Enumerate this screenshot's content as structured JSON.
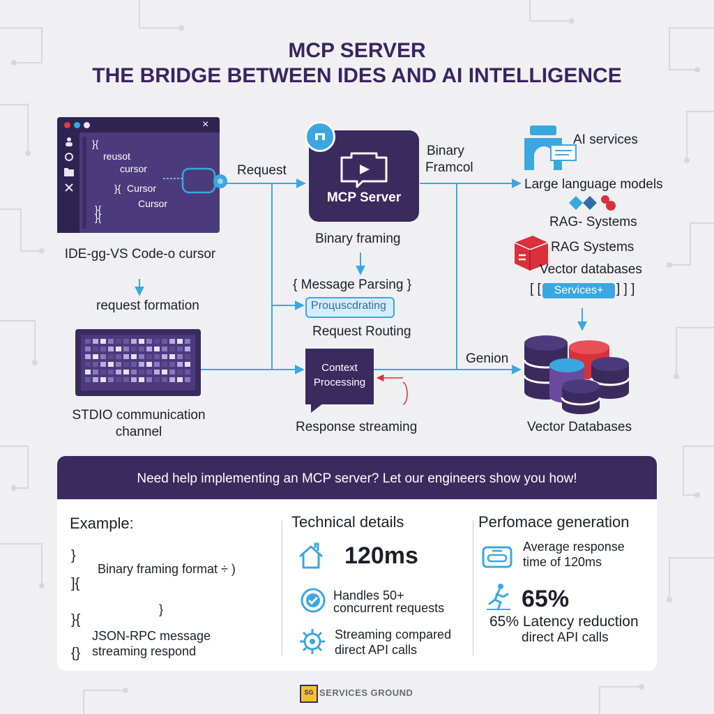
{
  "title": {
    "line1": "MCP SERVER",
    "line2": "THE BRIDGE BETWEEN IDES AND AI INTELLIGENCE"
  },
  "ide": {
    "code_lines": [
      "}{",
      "reusot",
      "cursor",
      "}{",
      "Cursor",
      "Cursor",
      "}{",
      "}{"
    ],
    "close_glyph": "×",
    "label": "IDE-gg-VS Code-o cursor",
    "sub_label": "request formation"
  },
  "stdio": {
    "label": "STDIO communication channel"
  },
  "flow": {
    "request": "Request",
    "binary_framcol": [
      "Binary",
      "Framcol"
    ],
    "mcp_server": "MCP Server",
    "binary_framing": "Binary framing",
    "message_parsing": "{ Message Parsing }",
    "pill": "Proцuscdrating",
    "request_routing": "Request Routing",
    "context_processing": [
      "Context",
      "Processing"
    ],
    "response_streaming": "Response streaming",
    "genion": "Genion"
  },
  "right": {
    "ai_services": "AI services",
    "llm": "Large language models",
    "rag1": "RAG- Systems",
    "rag2": "RAG Systems",
    "vector_db_text": "Vector databases",
    "services_open": "[ [",
    "services_label": "Services+",
    "services_close": "] ] ]",
    "vector_databases": "Vector Databases"
  },
  "panel": {
    "headline": "Need help implementing an MCP server? Let our engineers show you how!",
    "example": {
      "heading": "Example:",
      "brackets": [
        "}",
        "]{",
        "}{",
        "{}"
      ],
      "line1": "Binary framing format ÷ )",
      "brace": "}",
      "line2a": "JSON-RPC message",
      "line2b": "streaming respond"
    },
    "technical": {
      "heading": "Technical details",
      "big": "120ms",
      "item1a": "Handles 50+",
      "item1b": "concurrent requests",
      "item2a": "Streaming compared",
      "item2b": "direct API calls"
    },
    "performance": {
      "heading": "Perfomace generation",
      "item1a": "Average response",
      "item1b": "time of 120ms",
      "big": "65%",
      "item2a": "65% Latency reduction",
      "item2b": "direct API calls"
    }
  },
  "brand": {
    "logo_text": "SG",
    "name": "SERVICES GROUND"
  },
  "colors": {
    "purple_dark": "#3b2a5e",
    "accent_blue": "#3ba7e0",
    "red": "#d9303c",
    "title": "#3a2460"
  },
  "icons": [
    "user-icon",
    "refresh-icon",
    "folder-icon",
    "close-icon",
    "plug-icon",
    "video-icon",
    "cloud-icon",
    "database-icon",
    "cube-icon",
    "home-icon",
    "check-icon",
    "gear-icon",
    "dashboard-icon",
    "runner-icon"
  ]
}
